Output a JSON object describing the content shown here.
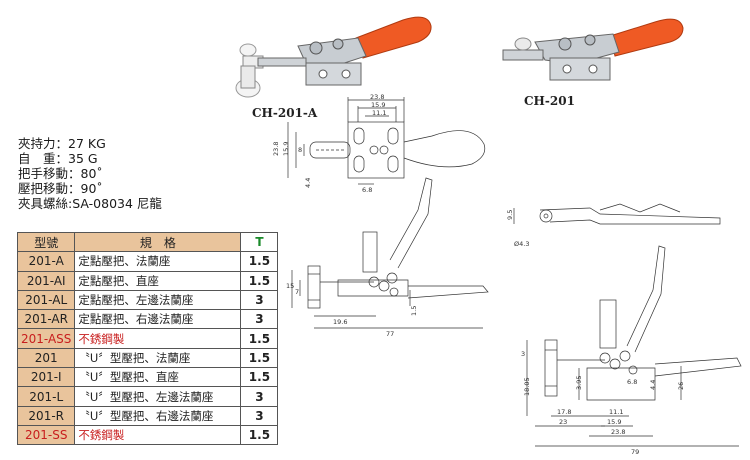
{
  "photos": {
    "left_label": "CH-201-A",
    "right_label": "CH-201"
  },
  "specs": [
    "夾持力：27 KG",
    "自　重：35 G",
    "把手移動：80˚",
    "壓把移動：90˚",
    "夾具螺絲:SA-08034 尼龍"
  ],
  "table": {
    "headers": {
      "model": "型號",
      "spec": "規　格",
      "t": "T"
    },
    "rows": [
      {
        "model": "201-A",
        "desc": "定點壓把、法蘭座",
        "t": "1.5",
        "red": false
      },
      {
        "model": "201-AI",
        "desc": "定點壓把、直座",
        "t": "1.5",
        "red": false
      },
      {
        "model": "201-AL",
        "desc": "定點壓把、左邊法蘭座",
        "t": "3",
        "red": false
      },
      {
        "model": "201-AR",
        "desc": "定點壓把、右邊法蘭座",
        "t": "3",
        "red": false
      },
      {
        "model": "201-ASS",
        "desc": "不銹鋼製",
        "t": "1.5",
        "red": true
      },
      {
        "model": "201",
        "desc": "〝U〞型壓把、法蘭座",
        "t": "1.5",
        "red": false
      },
      {
        "model": "201-I",
        "desc": "〝U〞型壓把、直座",
        "t": "1.5",
        "red": false
      },
      {
        "model": "201-L",
        "desc": "〝U〞型壓把、左邊法蘭座",
        "t": "3",
        "red": false
      },
      {
        "model": "201-R",
        "desc": "〝U〞型壓把、右邊法蘭座",
        "t": "3",
        "red": false
      },
      {
        "model": "201-SS",
        "desc": "不銹鋼製",
        "t": "1.5",
        "red": true
      }
    ]
  },
  "dims": {
    "top_view": {
      "w_23_8": "23.8",
      "w_15_9": "15.9",
      "w_11_1": "11.1",
      "h_23_8": "23.8",
      "h_15_9": "15.9",
      "h_8": "8",
      "h_4_4": "4.4",
      "w_6_8": "6.8"
    },
    "side_view_a": {
      "h_15": "15",
      "h_7": "7",
      "w_19_6": "19.6",
      "w_77": "77",
      "h_1_5": "1.5"
    },
    "handle_view": {
      "d_9_5": "9.5",
      "d_4_3": "Ø4.3"
    },
    "side_view_u": {
      "h_3": "3",
      "h_18_05": "18.05",
      "h_3_95": "3.95",
      "w_6_8": "6.8",
      "h_4_4": "4.4",
      "h_26": "26",
      "w_17_8": "17.8",
      "w_23": "23",
      "w_11_1": "11.1",
      "w_15_9": "15.9",
      "w_23_8": "23.8",
      "w_79": "79"
    }
  },
  "colors": {
    "handle": "#ef5a24",
    "table_header": "#e9c49c",
    "red_text": "#c81e1e",
    "t_green": "#1a8a2a"
  }
}
